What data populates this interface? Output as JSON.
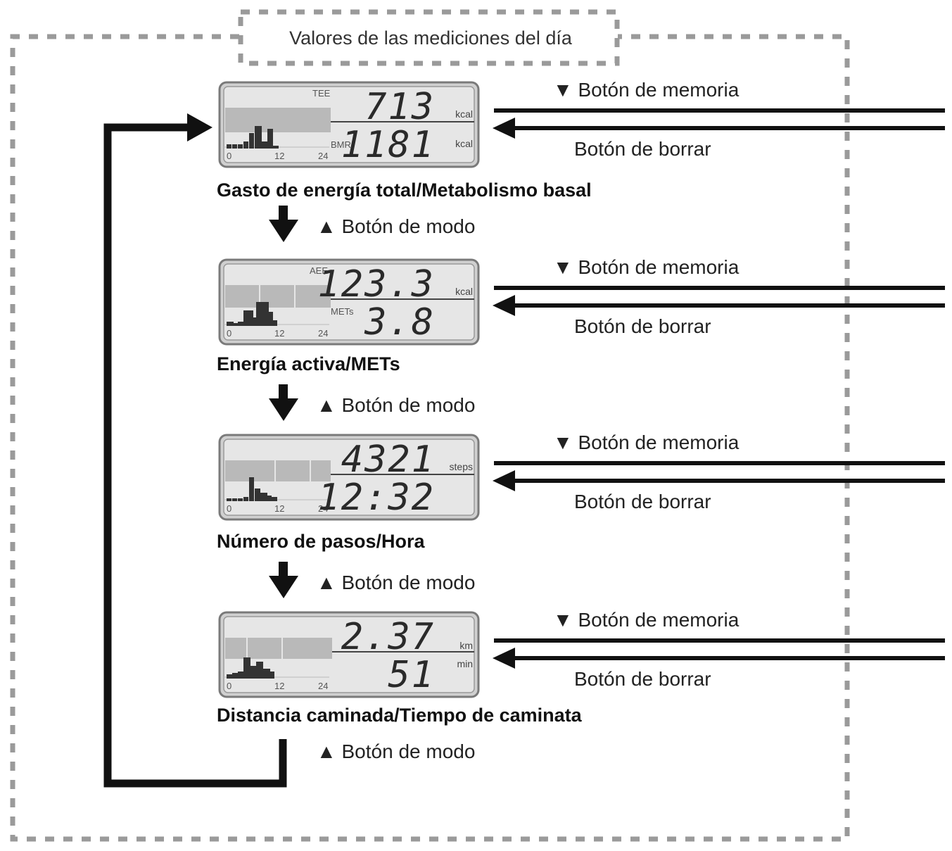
{
  "title": "Valores de las mediciones del día",
  "screens": [
    {
      "caption": "Gasto de energía total/Metabolismo basal",
      "top_label": "TEE",
      "top_value": "713",
      "top_unit": "kcal",
      "bottom_label": "BMR",
      "bottom_value": "1181",
      "bottom_unit": "kcal",
      "axis": [
        "0",
        "12",
        "24"
      ],
      "memory_button": "▼ Botón de memoria",
      "clear_button": "Botón de borrar"
    },
    {
      "caption": "Energía activa/METs",
      "top_label": "AEE",
      "top_value": "123.3",
      "top_unit": "kcal",
      "bottom_label": "METs",
      "bottom_value": "3.8",
      "bottom_unit": "",
      "axis": [
        "0",
        "12",
        "24"
      ],
      "memory_button": "▼ Botón de memoria",
      "clear_button": "Botón de borrar"
    },
    {
      "caption": "Número de pasos/Hora",
      "top_label": "",
      "top_value": "4321",
      "top_unit": "steps",
      "bottom_label": "",
      "bottom_value": "12:32",
      "bottom_unit": "",
      "axis": [
        "0",
        "12",
        "24"
      ],
      "memory_button": "▼ Botón de memoria",
      "clear_button": "Botón de borrar"
    },
    {
      "caption": "Distancia caminada/Tiempo de caminata",
      "top_label": "",
      "top_value": "2.37",
      "top_unit": "km",
      "bottom_label": "",
      "bottom_value": "51",
      "bottom_unit": "min",
      "axis": [
        "0",
        "12",
        "24"
      ],
      "memory_button": "▼ Botón de memoria",
      "clear_button": "Botón de borrar"
    }
  ],
  "mode_button": "▲ Botón de modo",
  "colors": {
    "lcd": "#e6e6e6",
    "lcd_border": "#7a7a7a",
    "bar_light": "#b9b9b9",
    "bar_dark": "#333333",
    "line": "#111111",
    "dash": "#9a9a9a"
  }
}
